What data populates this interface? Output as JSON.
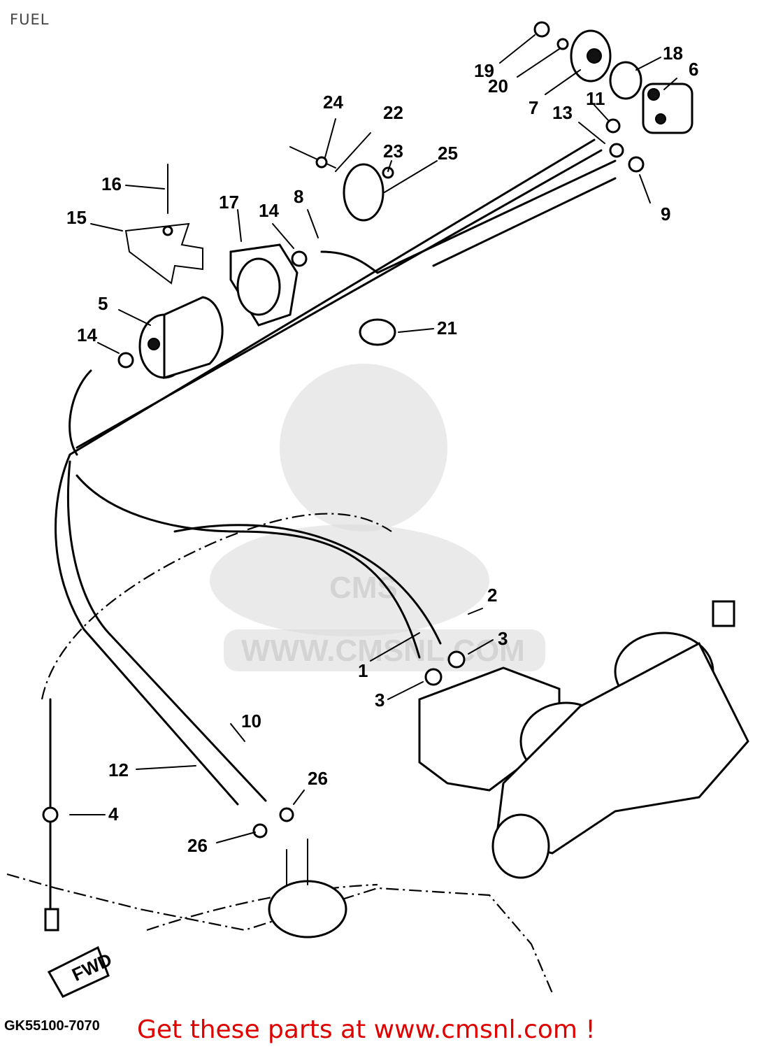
{
  "page": {
    "title": "FUEL"
  },
  "diagram": {
    "labels": [
      "1",
      "2",
      "3",
      "3",
      "4",
      "5",
      "6",
      "7",
      "8",
      "9",
      "10",
      "11",
      "12",
      "13",
      "14",
      "14",
      "15",
      "16",
      "17",
      "18",
      "19",
      "20",
      "21",
      "22",
      "23",
      "24",
      "25",
      "26",
      "26"
    ],
    "direction_marker": "FWD",
    "drawing_code": "GK55100-7070"
  },
  "watermark": {
    "text": "WWW.CMSNL.COM",
    "logo": "CMS"
  },
  "footer": {
    "cta": "Get these parts at www.cmsnl.com !"
  }
}
